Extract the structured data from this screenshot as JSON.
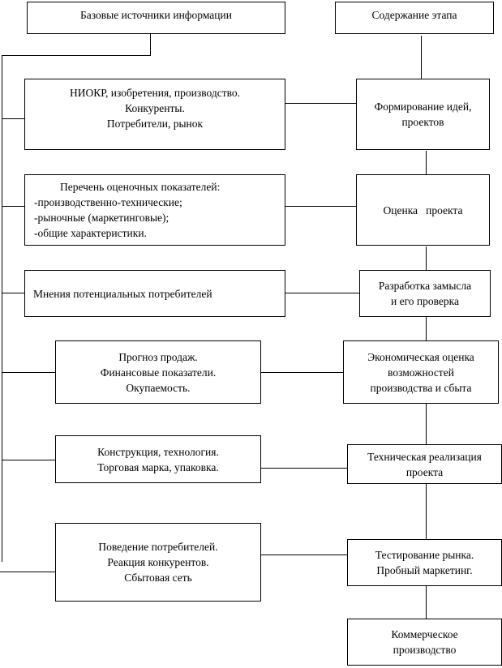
{
  "headers": {
    "sources": "Базовые источники информации",
    "stages": "Содержание этапа"
  },
  "sources": [
    {
      "lines": [
        "НИОКР, изобретения, производство.",
        "Конкуренты.",
        "Потребители, рынок"
      ]
    },
    {
      "title": "Перечень оценочных показателей:",
      "lines": [
        "-производственно-технические;",
        "-рыночные (маркетинговые);",
        "-общие характеристики."
      ]
    },
    {
      "lines": [
        "Мнения потенциальных потребителей"
      ]
    },
    {
      "lines": [
        "Прогноз продаж.",
        "Финансовые показатели.",
        "Окупаемость."
      ]
    },
    {
      "lines": [
        "Конструкция, технология.",
        "Торговая марка, упаковка."
      ]
    },
    {
      "lines": [
        "Поведение потребителей.",
        "Реакция конкурентов.",
        "Сбытовая сеть"
      ]
    }
  ],
  "stages": [
    {
      "lines": [
        "Формирование идей,",
        "проектов"
      ]
    },
    {
      "lines": [
        "Оценка   проекта"
      ]
    },
    {
      "lines": [
        "Разработка замысла",
        "и его проверка"
      ]
    },
    {
      "lines": [
        "Экономическая оценка",
        "возможностей",
        "производства и сбыта"
      ]
    },
    {
      "lines": [
        "Техническая реализация",
        "проекта"
      ]
    },
    {
      "lines": [
        "Тестирование рынка.",
        "Пробный маркетинг."
      ]
    },
    {
      "lines": [
        "Коммерческое",
        "производство"
      ]
    }
  ]
}
